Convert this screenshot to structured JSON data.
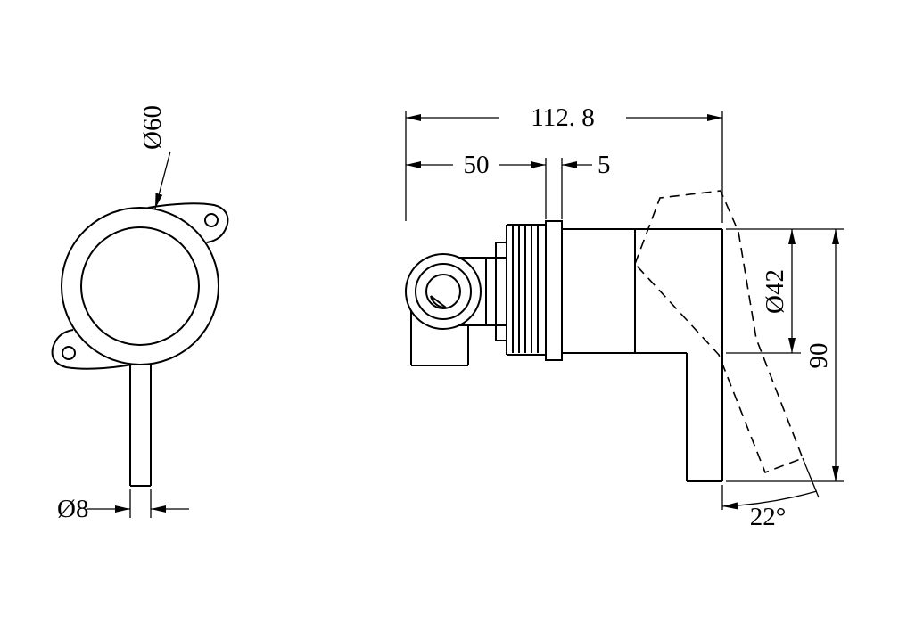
{
  "drawing": {
    "background": "#ffffff",
    "line_color": "#000000",
    "front_view": {
      "escutcheon_diameter_label": "Ø60",
      "handle_width_label": "Ø8"
    },
    "side_view": {
      "overall_depth_label": "112. 8",
      "rough_in_depth_label": "50",
      "plate_thickness_label": "5",
      "body_diameter_label": "Ø42",
      "handle_drop_label": "90",
      "handle_angle_label": "22°"
    }
  }
}
